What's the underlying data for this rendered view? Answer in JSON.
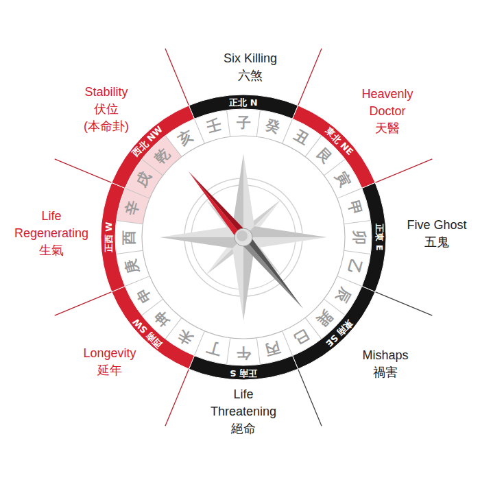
{
  "diagram": {
    "nodes": [
      {
        "text": [
          "正北 N"
        ]
      },
      {
        "text": [
          "東北 NE"
        ]
      },
      {
        "text": [
          "正東 E"
        ]
      },
      {
        "text": [
          "東南 SE"
        ]
      },
      {
        "text": [
          "正南 S"
        ]
      },
      {
        "text": [
          "西南 SW"
        ]
      },
      {
        "text": [
          "正西 W"
        ]
      },
      {
        "text": [
          "西北 NW"
        ]
      }
    ],
    "labels": [
      "Six Killing",
      "六煞",
      "Heavenly Doctor",
      "天醫",
      "Five Ghost",
      "五鬼",
      "Mishaps",
      "禍害",
      "Life Threatening",
      "絕命",
      "Longevity",
      "延年",
      "Life Regenerating",
      "生氣",
      "Stability",
      "伏位",
      "(本命卦)",
      "壬",
      "子",
      "癸",
      "丑",
      "艮",
      "寅",
      "甲",
      "卯",
      "乙",
      "辰",
      "巽",
      "巳",
      "丙",
      "午",
      "丁",
      "未",
      "坤",
      "申",
      "庚",
      "酉",
      "辛",
      "戌",
      "乾",
      "亥"
    ]
  }
}
